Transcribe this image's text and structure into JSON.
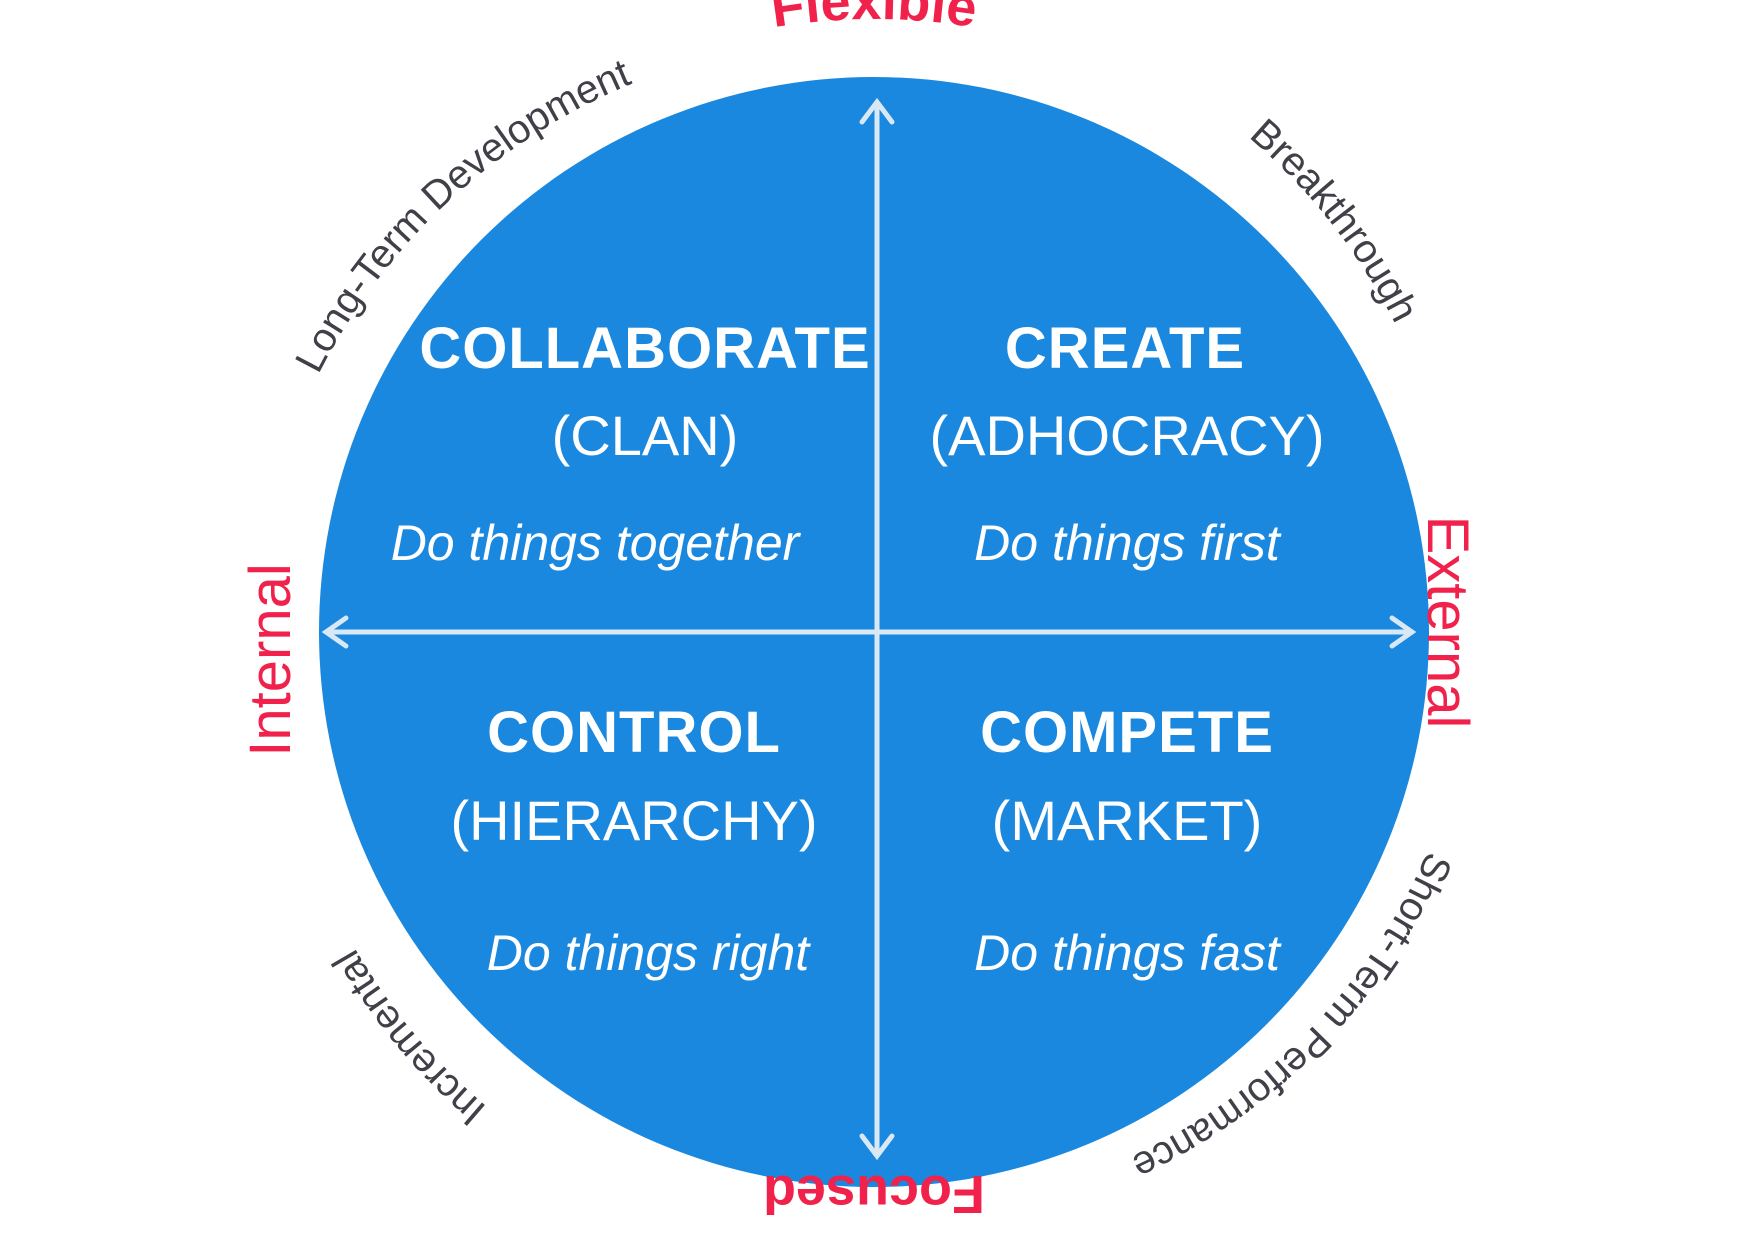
{
  "colors": {
    "circle": "#1a88de",
    "axis": "#d8e8f5",
    "accent": "#f0224b",
    "rim_text": "#3f4048",
    "quadrant_text": "#ffffff"
  },
  "axes": {
    "top": "Flexible",
    "bottom": "Focused",
    "left": "Internal",
    "right": "External"
  },
  "rim": {
    "top_left": "Long-Term Development",
    "top_right": "Breakthrough",
    "bottom_left": "Incremental",
    "bottom_right": "Short-Term Performance"
  },
  "quadrants": {
    "top_left": {
      "title": "COLLABORATE",
      "subtitle": "(CLAN)",
      "motto": "Do things together"
    },
    "top_right": {
      "title": "CREATE",
      "subtitle": "(ADHOCRACY)",
      "motto": "Do things first"
    },
    "bottom_left": {
      "title": "CONTROL",
      "subtitle": "(HIERARCHY)",
      "motto": "Do things right"
    },
    "bottom_right": {
      "title": "COMPETE",
      "subtitle": "(MARKET)",
      "motto": "Do things fast"
    }
  },
  "icons": {
    "arrow_up": "arrow-up-icon",
    "arrow_down": "arrow-down-icon",
    "arrow_left": "arrow-left-icon",
    "arrow_right": "arrow-right-icon"
  }
}
